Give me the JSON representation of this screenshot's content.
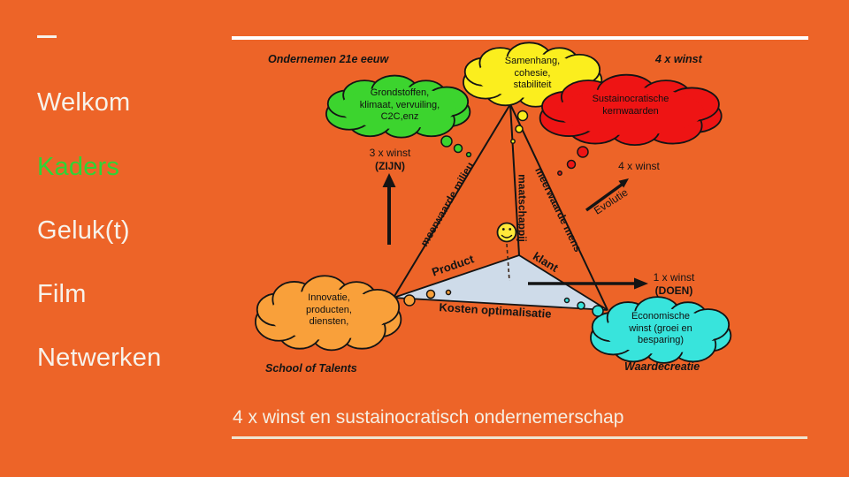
{
  "colors": {
    "background": "#ED6428",
    "menu_text": "#F7F2EA",
    "menu_highlight": "#2FD435",
    "caption_text": "#F5EFE3",
    "rule_top": "#FFFFFF",
    "rule_bottom": "#F0E5D1",
    "cloud_green": "#3CD42E",
    "cloud_yellow": "#FBEE1E",
    "cloud_red": "#EE1414",
    "cloud_orange": "#F9A03A",
    "cloud_cyan": "#38E4DC",
    "inner_triangle": "#CEDBE9",
    "smiley": "#FFE93A"
  },
  "menu": {
    "dash_label": "",
    "items": [
      {
        "label": "Welkom",
        "highlight": false
      },
      {
        "label": "Kaders",
        "highlight": true
      },
      {
        "label": "Geluk(t)",
        "highlight": false
      },
      {
        "label": "Film",
        "highlight": false
      },
      {
        "label": "Netwerken",
        "highlight": false
      }
    ]
  },
  "caption": "4 x winst en sustainocratisch ondernemerschap",
  "diagram": {
    "header_left": "Ondernemen 21e eeuw",
    "header_right": "4 x winst",
    "footer_left": "School of Talents",
    "footer_right": "Waardecreatie",
    "clouds": {
      "green": {
        "lines": [
          "Grondstoffen,",
          "klimaat, vervuiling,",
          "C2C,enz"
        ]
      },
      "yellow": {
        "lines": [
          "Samenhang,",
          "cohesie,",
          "stabiliteit"
        ]
      },
      "red": {
        "lines": [
          "Sustainocratische",
          "kernwaarden"
        ]
      },
      "orange": {
        "lines": [
          "Innovatie,",
          "producten,",
          "diensten,"
        ]
      },
      "cyan": {
        "lines": [
          "Economische",
          "winst (groei en",
          "besparing)"
        ]
      }
    },
    "axis_labels": {
      "left": "meerwaarde milieu",
      "middle": "maatschappij",
      "right": "meerwaarde mens"
    },
    "inner_labels": {
      "left": "Product",
      "right": "klant",
      "bottom": "Kosten optimalisatie"
    },
    "annotations": {
      "up_arrow_label": "3 x winst",
      "up_arrow_sub": "(ZIJN)",
      "right_arrow_label": "1 x winst",
      "right_arrow_sub": "(DOEN)",
      "evolutie_label": "Evolutie",
      "evolutie_winst": "4 x winst"
    }
  }
}
